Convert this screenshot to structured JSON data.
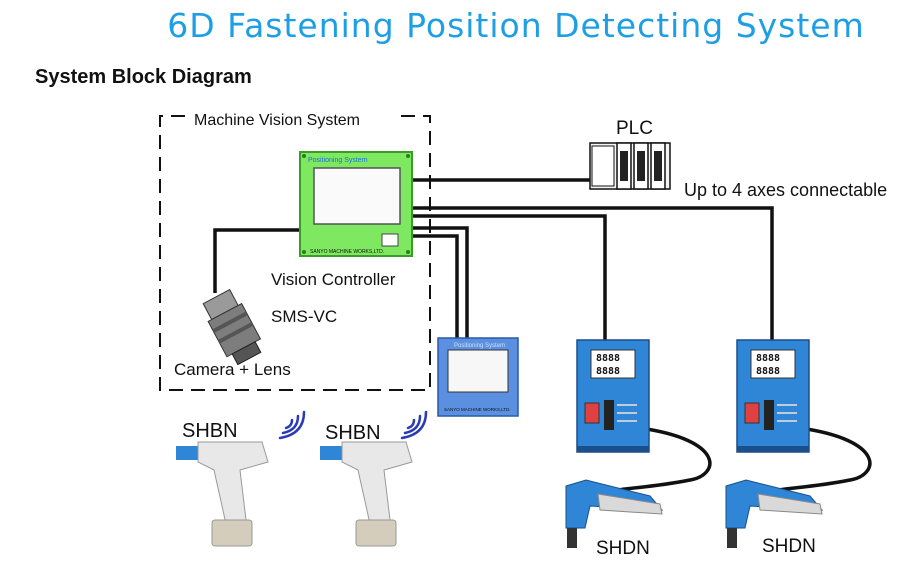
{
  "title": "6D Fastening Position Detecting System",
  "subtitle": "System Block Diagram",
  "labels": {
    "machine_vision": "Machine Vision System",
    "plc": "PLC",
    "axes_note": "Up to 4 axes connectable",
    "vision_controller": "Vision Controller",
    "model": "SMS-VC",
    "camera": "Camera + Lens",
    "shbn_1": "SHBN",
    "shbn_2": "SHBN",
    "shdn_1": "SHDN",
    "shdn_2": "SHDN"
  },
  "device_text": {
    "controller_screen_title": "Positioning System",
    "controller_brand": "SANYO MACHINE WORKS,LTD.",
    "monitor_screen_title": "Positioning System",
    "monitor_brand": "SANYO MACHINE WORKS,LTD.",
    "display_digits": "8888"
  },
  "colors": {
    "title": "#1f9fe3",
    "controller": "#7ee860",
    "monitor": "#5b8fe0",
    "shdn_unit": "#2f86d6",
    "cable": "#111111",
    "wireless": "#2b3bb8"
  }
}
